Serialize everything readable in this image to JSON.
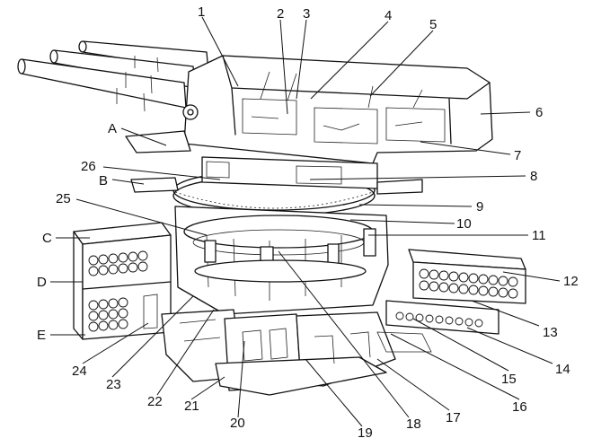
{
  "callouts": {
    "numbers": [
      "1",
      "2",
      "3",
      "4",
      "5",
      "6",
      "7",
      "8",
      "9",
      "10",
      "11",
      "12",
      "13",
      "14",
      "15",
      "16",
      "17",
      "18",
      "19",
      "20",
      "21",
      "22",
      "23",
      "24",
      "25",
      "26"
    ],
    "letters": [
      "A",
      "B",
      "C",
      "D",
      "E"
    ]
  }
}
